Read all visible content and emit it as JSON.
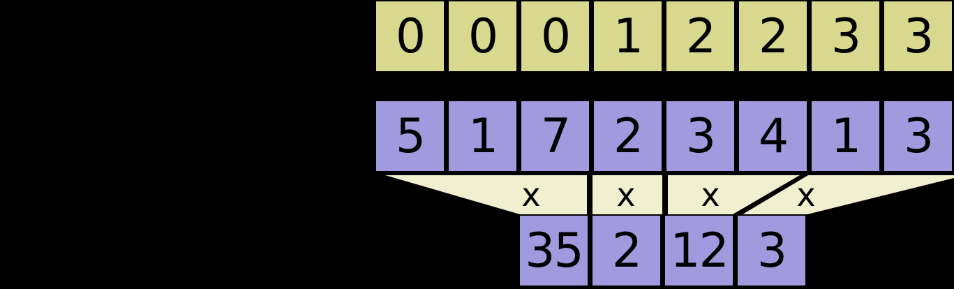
{
  "colors": {
    "background": "#000000",
    "keys_fill": "#d8d98f",
    "values_fill": "#a19ade",
    "funnel_fill": "#f0efd0",
    "text": "#000000"
  },
  "keys_row": {
    "cells": [
      "0",
      "0",
      "0",
      "1",
      "2",
      "2",
      "3",
      "3"
    ]
  },
  "values_row": {
    "cells": [
      "5",
      "1",
      "7",
      "2",
      "3",
      "4",
      "1",
      "3"
    ]
  },
  "operators": {
    "labels": [
      "x",
      "x",
      "x",
      "x"
    ]
  },
  "output_row": {
    "cells": [
      "35",
      "2",
      "12",
      "3"
    ]
  }
}
